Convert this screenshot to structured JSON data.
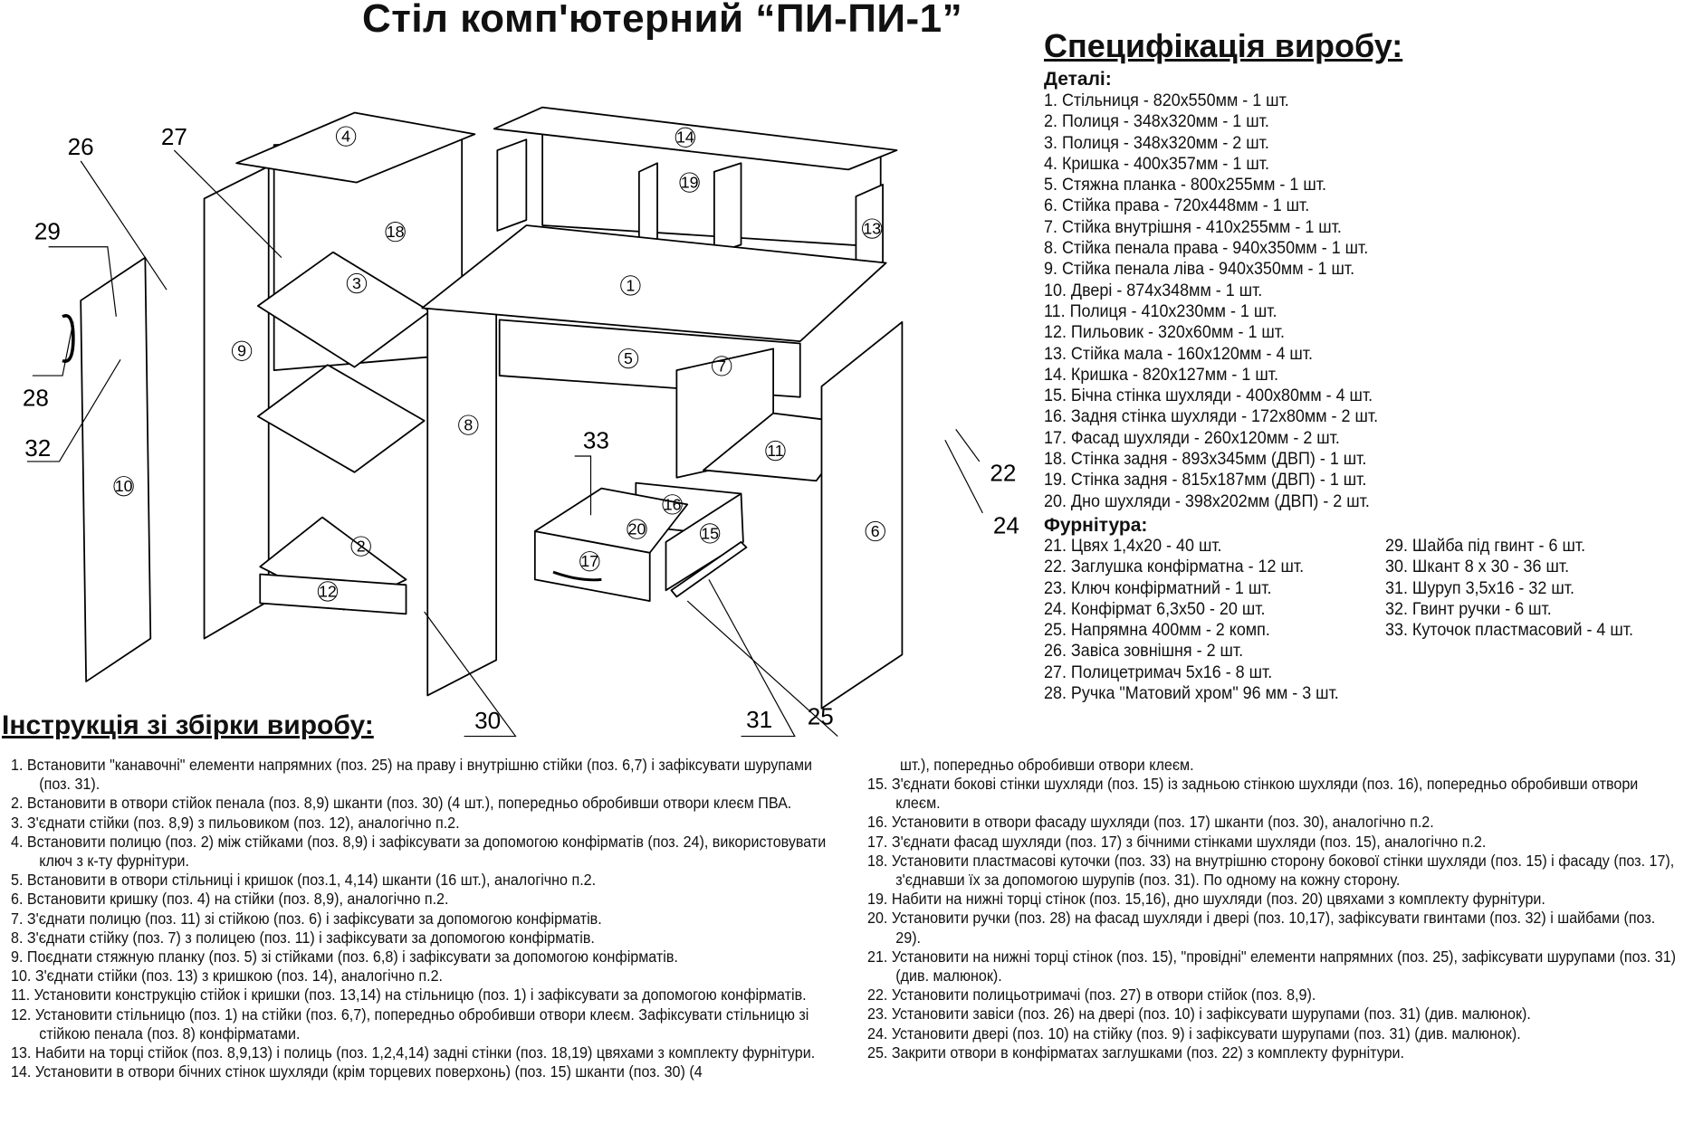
{
  "title": "Стіл комп'ютерний “ПИ-ПИ-1”",
  "spec": {
    "title": "Специфікація виробу:",
    "details_heading": "Деталі:",
    "details": [
      "1. Стільниця - 820x550мм - 1 шт.",
      "2. Полиця - 348x320мм - 1 шт.",
      "3. Полиця - 348x320мм - 2 шт.",
      "4. Кришка - 400x357мм - 1 шт.",
      "5. Стяжна планка - 800x255мм - 1 шт.",
      "6. Стійка права - 720x448мм - 1 шт.",
      "7. Стійка внутрішня - 410x255мм - 1 шт.",
      "8. Стійка пенала права - 940x350мм - 1 шт.",
      "9. Стійка пенала ліва - 940x350мм - 1 шт.",
      "10. Двері - 874x348мм - 1 шт.",
      "11. Полиця - 410x230мм - 1 шт.",
      "12. Пильовик - 320x60мм - 1 шт.",
      "13. Стійка мала - 160x120мм - 4 шт.",
      "14. Кришка - 820x127мм - 1 шт.",
      "15. Бічна стінка шухляди - 400x80мм - 4 шт.",
      "16. Задня стінка шухляди - 172x80мм - 2 шт.",
      "17. Фасад шухляди - 260x120мм - 2 шт.",
      "18. Стінка задня - 893x345мм (ДВП) - 1 шт.",
      "19. Стінка задня - 815x187мм (ДВП) - 1 шт.",
      "20. Дно шухляди - 398x202мм (ДВП) - 2 шт."
    ],
    "hardware_heading": "Фурнітура:",
    "hardware_col1": [
      "21. Цвях 1,4x20 - 40 шт.",
      "22. Заглушка конфірматна - 12 шт.",
      "23. Ключ конфірматний - 1 шт.",
      "24. Конфірмат 6,3x50 - 20 шт.",
      "25. Напрямна 400мм - 2 комп.",
      "26. Завіса зовнішня - 2 шт.",
      "27. Полицетримач 5x16 - 8 шт.",
      "28. Ручка \"Матовий хром\" 96 мм - 3 шт."
    ],
    "hardware_col2": [
      "29. Шайба під гвинт - 6 шт.",
      "30. Шкант 8 x 30 - 36 шт.",
      "31. Шуруп 3,5x16 - 32 шт.",
      "32. Гвинт ручки - 6 шт.",
      "33. Куточок пластмасовий - 4 шт."
    ]
  },
  "diagram": {
    "part_labels": [
      "4",
      "14",
      "19",
      "18",
      "13",
      "3",
      "1",
      "9",
      "5",
      "7",
      "8",
      "11",
      "10",
      "16",
      "20",
      "15",
      "6",
      "2",
      "17",
      "12"
    ],
    "callouts": [
      "26",
      "27",
      "29",
      "28",
      "32",
      "33",
      "22",
      "24",
      "30",
      "31",
      "25"
    ]
  },
  "instructions": {
    "title": "Інструкція зі збірки виробу:",
    "left": [
      "1. Встановити \"канавочні\" елементи напрямних (поз. 25) на праву і внутрішню стійки (поз. 6,7) і зафіксувати шурупами (поз. 31).",
      "2. Встановити в отвори стійок пенала (поз. 8,9) шканти (поз. 30) (4 шт.), попередньо обробивши отвори клеєм ПВА.",
      "3. З'єднати стійки (поз. 8,9) з пильовиком (поз. 12), аналогічно п.2.",
      "4. Встановити полицю (поз. 2) між стійками (поз. 8,9) і зафіксувати за допомогою конфірматів (поз. 24), використовувати ключ з к-ту фурнітури.",
      "5. Встановити в отвори стільниці і кришок (поз.1, 4,14) шканти (16 шт.), аналогічно п.2.",
      "6. Встановити кришку (поз. 4) на стійки (поз. 8,9), аналогічно п.2.",
      "7. З'єднати полицю (поз. 11) зі стійкою (поз. 6) і зафіксувати за допомогою конфірматів.",
      "8. З'єднати стійку (поз. 7) з полицею (поз. 11) і зафіксувати за допомогою конфірматів.",
      "9. Поєднати стяжную планку (поз. 5) зі стійками (поз. 6,8) і зафіксувати за допомогою конфірматів.",
      "10. З'єднати стійки (поз. 13) з кришкою (поз. 14), аналогічно п.2.",
      "11. Установити конструкцію стійок і кришки (поз. 13,14) на стільницю (поз. 1) і зафіксувати за допомогою конфірматів.",
      "12. Установити стільницю (поз. 1) на стійки (поз. 6,7), попередньо обробивши отвори клеєм. Зафіксувати стільницю зі стійкою пенала (поз. 8) конфірматами.",
      "13. Набити на торці стійок (поз. 8,9,13) і полиць (поз. 1,2,4,14) задні стінки (поз. 18,19) цвяхами з комплекту фурнітури.",
      "14. Установити в отвори бічних стінок шухляди (крім торцевих поверхонь) (поз. 15) шканти (поз. 30) (4"
    ],
    "right_continuation": "шт.), попередньо обробивши отвори клеєм.",
    "right": [
      "15. З'єднати бокові стінки шухляди (поз. 15) із задньою стінкою шухляди (поз. 16), попередньо обробивши отвори клеєм.",
      "16. Установити в отвори фасаду шухляди (поз. 17) шканти (поз. 30), аналогічно п.2.",
      "17. З'єднати фасад шухляди (поз. 17) з бічними стінками шухляди (поз. 15), аналогічно п.2.",
      "18. Установити пластмасові куточки (поз. 33) на внутрішню сторону бокової стінки шухляди (поз. 15) і фасаду (поз. 17), з'єднавши їх за допомогою шурупів (поз. 31). По одному на кожну сторону.",
      "19. Набити на нижні торці стінок (поз. 15,16), дно шухляди (поз. 20) цвяхами з комплекту фурнітури.",
      "20. Установити ручки (поз. 28) на фасад шухляди і двері (поз. 10,17), зафіксувати гвинтами (поз. 32) і шайбами (поз. 29).",
      "21. Установити на нижні торці стінок (поз. 15), \"провідні\" елементи напрямних (поз. 25), зафіксувати шурупами (поз. 31) (див. малюнок).",
      "22. Установити полицьотримачі (поз. 27) в отвори стійок (поз. 8,9).",
      "23. Установити завіси (поз. 26) на двері (поз. 10) і зафіксувати шурупами (поз. 31) (див. малюнок).",
      "24. Установити двері (поз. 10) на стійку (поз. 9) і зафіксувати шурупами (поз. 31) (див. малюнок).",
      "25. Закрити отвори в конфірматах заглушками (поз. 22) з комплекту фурнітури."
    ]
  }
}
